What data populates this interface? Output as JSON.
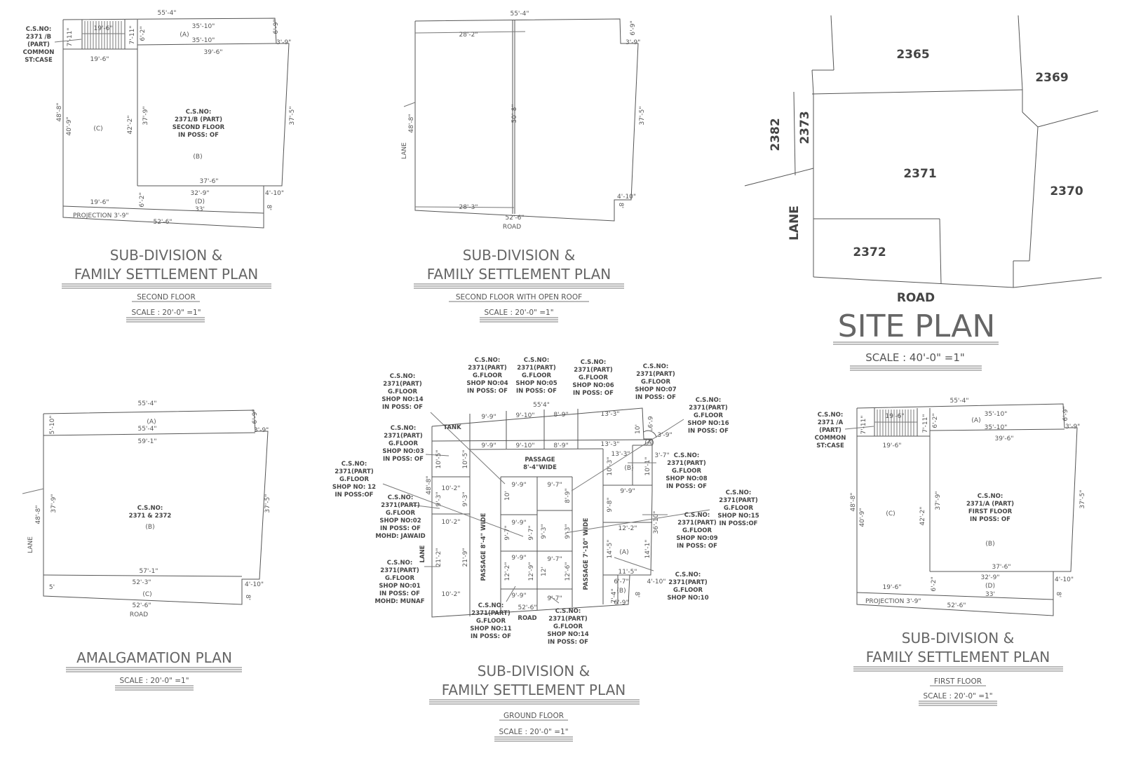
{
  "site_plan": {
    "title": "SITE PLAN",
    "scale": "SCALE : 40'-0\" =1\"",
    "lots": [
      "2365",
      "2369",
      "2382",
      "2373",
      "2371",
      "2370",
      "2372"
    ],
    "lane": "LANE",
    "road": "ROAD"
  },
  "plan_second_floor": {
    "title_line1": "SUB-DIVISION &",
    "title_line2": "FAMILY SETTLEMENT PLAN",
    "subtitle": "SECOND FLOOR",
    "scale": "SCALE : 20'-0\" =1\"",
    "cs_note": [
      "C.S.NO:",
      "2371 /B",
      "(PART)",
      "COMMON",
      "ST:CASE"
    ],
    "main_note": [
      "C.S.NO:",
      "2371/B (PART)",
      "SECOND FLOOR",
      "IN POSS: OF"
    ],
    "labels": [
      "(A)",
      "(B)",
      "(C)",
      "(D)",
      "PROJECTION 3'-9\""
    ],
    "dims": [
      "55'-4\"",
      "35'-10\"",
      "35'-10\"",
      "6'-9\"",
      "3'-9\"",
      "19'-6\"",
      "19'-6\"",
      "7'-11\"",
      "7'-11\"",
      "6'-2\"",
      "39'-6\"",
      "48'-8\"",
      "40'-9\"",
      "42'-2\"",
      "37'-9\"",
      "37'-5\"",
      "37'-6\"",
      "32'-9\"",
      "33'",
      "19'-6\"",
      "6'-2\"",
      "4'-10\"",
      "8'",
      "52'-6\""
    ]
  },
  "plan_open_roof": {
    "title_line1": "SUB-DIVISION &",
    "title_line2": "FAMILY SETTLEMENT PLAN",
    "subtitle": "SECOND FLOOR WITH OPEN ROOF",
    "scale": "SCALE : 20'-0\" =1\"",
    "dims": [
      "55'-4\"",
      "28'-2\"",
      "6'-9\"",
      "3'-9\"",
      "48'-8\"",
      "50'-8\"",
      "37'-5\"",
      "28'-3\"",
      "52'-6\"",
      "4'-10\"",
      "8'"
    ],
    "lane": "LANE",
    "road": "ROAD"
  },
  "plan_amalgamation": {
    "title": "AMALGAMATION PLAN",
    "scale": "SCALE : 20'-0\" =1\"",
    "note": [
      "C.S.NO:",
      "2371 & 2372",
      "(B)"
    ],
    "labels": [
      "(A)",
      "(C)"
    ],
    "dims": [
      "55'-4\"",
      "55'-4\"",
      "59'-1\"",
      "5'-10\"",
      "6'-9\"",
      "3'-9\"",
      "48'-8\"",
      "37'-9\"",
      "37'-5\"",
      "57'-1\"",
      "52'-3\"",
      "5'",
      "4'-10\"",
      "8'",
      "52'-6\""
    ],
    "lane": "LANE",
    "road": "ROAD"
  },
  "plan_ground_floor": {
    "title_line1": "SUB-DIVISION &",
    "title_line2": "FAMILY SETTLEMENT PLAN",
    "subtitle": "GROUND FLOOR",
    "scale": "SCALE : 20'-0\" =1\"",
    "callouts": [
      [
        "C.S.NO:",
        "2371(PART)",
        "G.FLOOR",
        "SHOP NO:04",
        "IN POSS: OF"
      ],
      [
        "C.S.NO:",
        "2371(PART)",
        "G.FLOOR",
        "SHOP NO:05",
        "IN POSS: OF"
      ],
      [
        "C.S.NO:",
        "2371(PART)",
        "G.FLOOR",
        "SHOP NO:06",
        "IN POSS: OF"
      ],
      [
        "C.S.NO:",
        "2371(PART)",
        "G.FLOOR",
        "SHOP NO:07",
        "IN POSS: OF"
      ],
      [
        "C.S.NO:",
        "2371(PART)",
        "G.FLOOR",
        "SHOP NO:14",
        "IN POSS: OF"
      ],
      [
        "C.S.NO:",
        "2371(PART)",
        "G.FLOOR",
        "SHOP NO:16",
        "IN POSS: OF"
      ],
      [
        "C.S.NO:",
        "2371(PART)",
        "G.FLOOR",
        "SHOP NO:03",
        "IN POSS: OF"
      ],
      [
        "C.S.NO:",
        "2371(PART)",
        "G.FLOOR",
        "SHOP NO:08",
        "IN POSS: OF"
      ],
      [
        "C.S.NO:",
        "2371(PART)",
        "G.FLOOR",
        "SHOP NO: 12",
        "IN POSS:OF"
      ],
      [
        "C.S.NO:",
        "2371(PART)",
        "G.FLOOR",
        "SHOP NO:15",
        "IN POSS:OF"
      ],
      [
        "C.S.NO:",
        "2371(PART)",
        "G.FLOOR",
        "SHOP NO:02",
        "IN POSS: OF",
        "MOHD: JAWAID"
      ],
      [
        "C.S.NO:",
        "2371(PART)",
        "G.FLOOR",
        "SHOP NO:09",
        "IN POSS: OF"
      ],
      [
        "C.S.NO:",
        "2371(PART)",
        "G.FLOOR",
        "SHOP NO:01",
        "IN POSS: OF",
        "MOHD: MUNAF"
      ],
      [
        "C.S.NO:",
        "2371(PART)",
        "G.FLOOR",
        "SHOP NO:10"
      ],
      [
        "C.S.NO:",
        "2371(PART)",
        "G.FLOOR",
        "SHOP NO:11",
        "IN POSS: OF"
      ],
      [
        "C.S.NO:",
        "2371(PART)",
        "G.FLOOR",
        "SHOP NO:14",
        "IN POSS: OF"
      ]
    ],
    "labels": [
      "TANK",
      "PASSAGE",
      "8'-4\"WIDE",
      "PASSAGE 8'-4\" WIDE",
      "PASSAGE 7'-10\" WIDE",
      "LANE",
      "ROAD",
      "(A)",
      "(B)",
      "(A)",
      "(B)"
    ],
    "dims": [
      "55'4\"",
      "9'-9\"",
      "9'-10\"",
      "8'-9\"",
      "13'-3\"",
      "9'-9\"",
      "9'-10\"",
      "8'-9\"",
      "13'-3\"",
      "10'-5\"",
      "10'-5\"",
      "10'-2\"",
      "10'-2\"",
      "9'-3\"",
      "9'-3\"",
      "48'-8\"",
      "21'-2\"",
      "21'-9\"",
      "10'-2\"",
      "9'-9\"",
      "9'-7\"",
      "10'",
      "8'-9\"",
      "9'-9\"",
      "9'-7\"",
      "9'-7\"",
      "9'-3\"",
      "9'-3\"",
      "9'-9\"",
      "9'-7\"",
      "12'-2\"",
      "12'-9\"",
      "12'",
      "12'-6\"",
      "9'-9\"",
      "9'-7\"",
      "52'-6\"",
      "13'-3\"",
      "3'-7\"",
      "3'-9\"",
      "10'-3\"",
      "10'-1\"",
      "9'-9\"",
      "9'-8\"",
      "36'-10\"",
      "12'-2\"",
      "14'-5\"",
      "14'-1\"",
      "11'-5\"",
      "4'-10\"",
      "6'-7\"",
      "7'-4\"",
      "6'-9\"",
      "8'",
      "6'-9\"",
      "10'"
    ]
  },
  "plan_first_floor": {
    "title_line1": "SUB-DIVISION &",
    "title_line2": "FAMILY SETTLEMENT PLAN",
    "subtitle": "FIRST FLOOR",
    "scale": "SCALE : 20'-0\" =1\"",
    "cs_note": [
      "C.S.NO:",
      "2371 /A",
      "(PART)",
      "COMMON",
      "ST:CASE"
    ],
    "main_note": [
      "C.S.NO:",
      "2371/A (PART)",
      "FIRST FLOOR",
      "IN POSS: OF"
    ],
    "labels": [
      "(A)",
      "(B)",
      "(C)",
      "(D)",
      "PROJECTION 3'-9\""
    ],
    "dims": [
      "55'-4\"",
      "35'-10\"",
      "35'-10\"",
      "6'-9\"",
      "3'-9\"",
      "19'-6\"",
      "19'-6\"",
      "7'-11\"",
      "7'-11\"",
      "6'-2\"",
      "39'-6\"",
      "48'-8\"",
      "40'-9\"",
      "42'-2\"",
      "37'-9\"",
      "37'-5\"",
      "37'-6\"",
      "32'-9\"",
      "33'",
      "19'-6\"",
      "6'-2\"",
      "4'-10\"",
      "8'",
      "52'-6\""
    ]
  }
}
